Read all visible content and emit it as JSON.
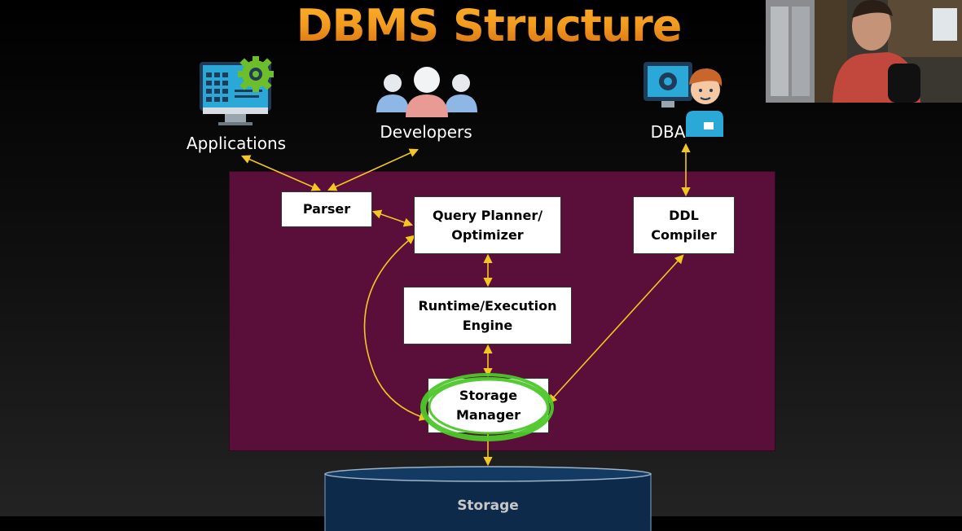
{
  "slide": {
    "title": "DBMS Structure"
  },
  "actors": {
    "applications": {
      "label": "Applications",
      "icon": "computer-settings-icon"
    },
    "developers": {
      "label": "Developers",
      "icon": "users-group-icon"
    },
    "dba": {
      "label": "DBA",
      "icon": "admin-monitor-icon"
    }
  },
  "components": {
    "parser": "Parser",
    "query_planner": [
      "Query Planner/",
      "Optimizer"
    ],
    "ddl_compiler": [
      "DDL",
      "Compiler"
    ],
    "runtime_engine": [
      "Runtime/Execution",
      "Engine"
    ],
    "storage_manager": [
      "Storage",
      "Manager"
    ]
  },
  "storage": {
    "label": "Storage"
  },
  "colors": {
    "title": "#f29a1e",
    "panel": "#5a0f3a",
    "arrow": "#f3c623",
    "highlight": "#4cc82a",
    "storage": "#0d2a4a"
  }
}
